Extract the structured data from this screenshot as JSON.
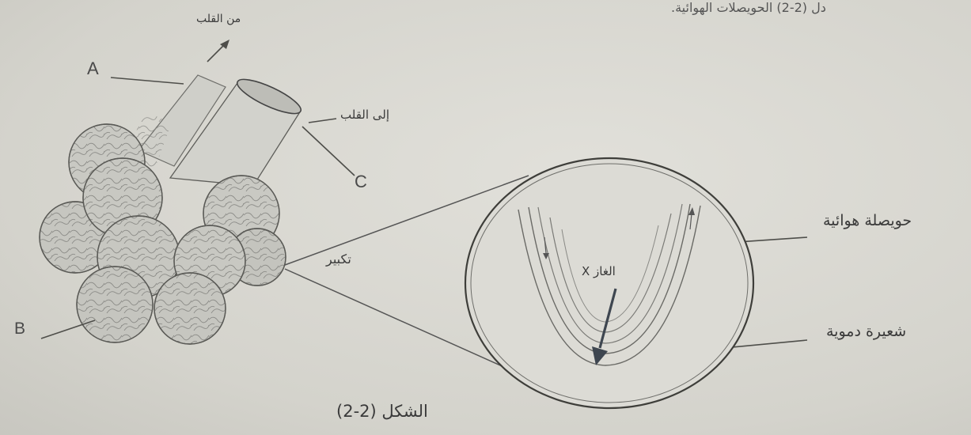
{
  "header_fragment": "دل (2-2) الحويصلات الهوائية.",
  "labels": {
    "from_heart": "من القلب",
    "to_heart": "إلى القلب",
    "A": "A",
    "B": "B",
    "C": "C",
    "magnification": "تكبير",
    "gas_x": "الغاز X",
    "alveolus": "حويصلة هوائية",
    "capillary": "شعيرة دموية"
  },
  "caption": "الشكل (2-2)"
}
